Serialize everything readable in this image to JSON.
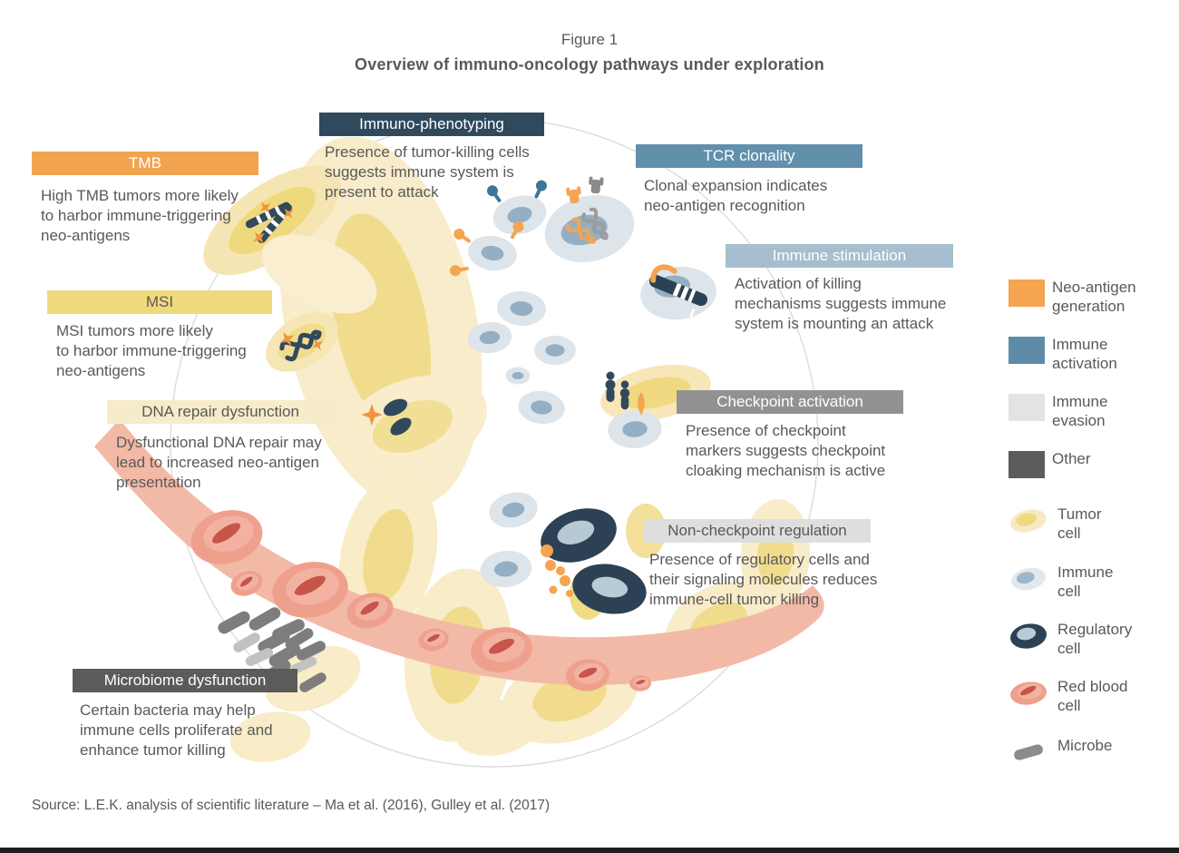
{
  "figure": {
    "label": "Figure 1",
    "title": "Overview of immuno-oncology pathways under exploration"
  },
  "callouts": [
    {
      "id": "tmb",
      "label": "TMB",
      "description": "High TMB tumors more likely\nto harbor immune-triggering\nneo-antigens",
      "bg": "#F2A34F",
      "fg": "#FFFFFF"
    },
    {
      "id": "immuno-phenotyping",
      "label": "Immuno-phenotyping",
      "description": "Presence of tumor-killing cells\nsuggests immune system is\npresent to attack",
      "bg": "#2F4A5C",
      "fg": "#FFFFFF"
    },
    {
      "id": "tcr-clonality",
      "label": "TCR clonality",
      "description": "Clonal expansion indicates\nneo-antigen recognition",
      "bg": "#6190AC",
      "fg": "#FFFFFF"
    },
    {
      "id": "immune-stimulation",
      "label": "Immune stimulation",
      "description": "Activation of killing\nmechanisms suggests immune\nsystem is mounting an attack",
      "bg": "#A6BECD",
      "fg": "#FFFFFF"
    },
    {
      "id": "msi",
      "label": "MSI",
      "description": "MSI tumors more likely\nto harbor immune-triggering\nneo-antigens",
      "bg": "#EFD97D",
      "fg": "#595959"
    },
    {
      "id": "dna-repair-dysfunction",
      "label": "DNA repair dysfunction",
      "description": "Dysfunctional DNA repair may\nlead to increased neo-antigen\npresentation",
      "bg": "#F7ECC9",
      "fg": "#595959"
    },
    {
      "id": "checkpoint-activation",
      "label": "Checkpoint activation",
      "description": "Presence of checkpoint\nmarkers suggests checkpoint\ncloaking mechanism is active",
      "bg": "#929292",
      "fg": "#FFFFFF"
    },
    {
      "id": "non-checkpoint-regulation",
      "label": "Non-checkpoint regulation",
      "description": "Presence of regulatory cells and\ntheir signaling molecules reduces\nimmune-cell tumor killing",
      "bg": "#DEDEDE",
      "fg": "#595959"
    },
    {
      "id": "microbiome-dysfunction",
      "label": "Microbiome dysfunction",
      "description": "Certain bacteria may help\nimmune cells proliferate and\nenhance tumor killing",
      "bg": "#5B5B5B",
      "fg": "#FFFFFF"
    }
  ],
  "legend": {
    "categories": [
      {
        "label": "Neo-antigen\ngeneration",
        "color": "#F5A44F"
      },
      {
        "label": "Immune\nactivation",
        "color": "#5E8CA8"
      },
      {
        "label": "Immune\nevasion",
        "color": "#E3E3E3"
      },
      {
        "label": "Other",
        "color": "#5C5C5C"
      }
    ],
    "cells": [
      {
        "label": "Tumor\ncell"
      },
      {
        "label": "Immune\ncell"
      },
      {
        "label": "Regulatory\ncell"
      },
      {
        "label": "Red blood\ncell"
      },
      {
        "label": "Microbe"
      }
    ]
  },
  "source": "Source: L.E.K. analysis of scientific literature – Ma et al. (2016), Gulley et al. (2017)",
  "palette": {
    "text": "#595959",
    "circle_outline": "#DCDCDC",
    "tumor_cell_outer": "#F8ECCA",
    "tumor_cell_core": "#F0DC8C",
    "immune_cell_outer": "#DDE5EB",
    "immune_cell_nucleus": "#94AFC4",
    "regulatory_cell": "#2C4254",
    "red_blood_cell": "#EFA08D",
    "vessel": "#F3B9A7",
    "microbe_dark": "#7D7D7D",
    "microbe_light": "#C2C2C2",
    "accent_orange": "#F5A44F",
    "accent_blue": "#3E7699"
  }
}
